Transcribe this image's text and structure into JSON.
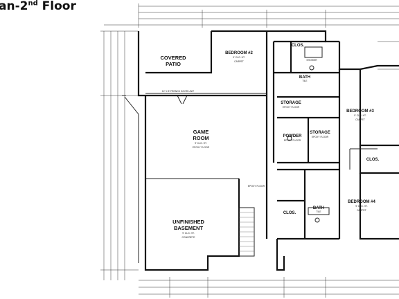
{
  "title": {
    "main": "an-2",
    "sup": "nd",
    "rest": " Floor"
  },
  "rooms": {
    "covered_patio": {
      "name1": "COVERED",
      "name2": "PATIO"
    },
    "bedroom2": {
      "name": "BEDROOM #2",
      "ceiling": "9' CLG. HT.",
      "floor": "CARPET"
    },
    "bedroom3": {
      "name": "BEDROOM #3",
      "ceiling": "9' CLG. HT.",
      "floor": "CARPET"
    },
    "bedroom4": {
      "name": "BEDROOM #4",
      "ceiling": "9' CLG. HT.",
      "floor": "CARPET"
    },
    "game_room": {
      "name1": "GAME",
      "name2": "ROOM",
      "ceiling": "9' CLG. HT.",
      "floor": "EPOXY FLOOR"
    },
    "basement": {
      "name1": "UNFINISHED",
      "name2": "BASEMENT",
      "ceiling": "9' CLG. HT.",
      "floor": "CONCRETE"
    },
    "storage1": {
      "name": "STORAGE",
      "floor": "EPOXY FLOOR"
    },
    "storage2": {
      "name": "STORAGE",
      "floor": "EPOXY FLOOR"
    },
    "powder": {
      "name": "POWDER",
      "floor": "EPOXY FLOOR"
    },
    "bath1": {
      "name": "BATH",
      "floor": "TILE"
    },
    "bath2": {
      "name": "BATH",
      "floor": "TILE"
    },
    "clos1": {
      "name": "CLOS."
    },
    "clos2": {
      "name": "CLOS."
    },
    "clos3": {
      "name": "CLOS."
    },
    "shower": {
      "name": "SHOWER"
    }
  },
  "notes": {
    "french_door": "12' X 8' FRENCH DOOR UNIT",
    "epoxy_floor": "EPOXY FLOOR"
  }
}
